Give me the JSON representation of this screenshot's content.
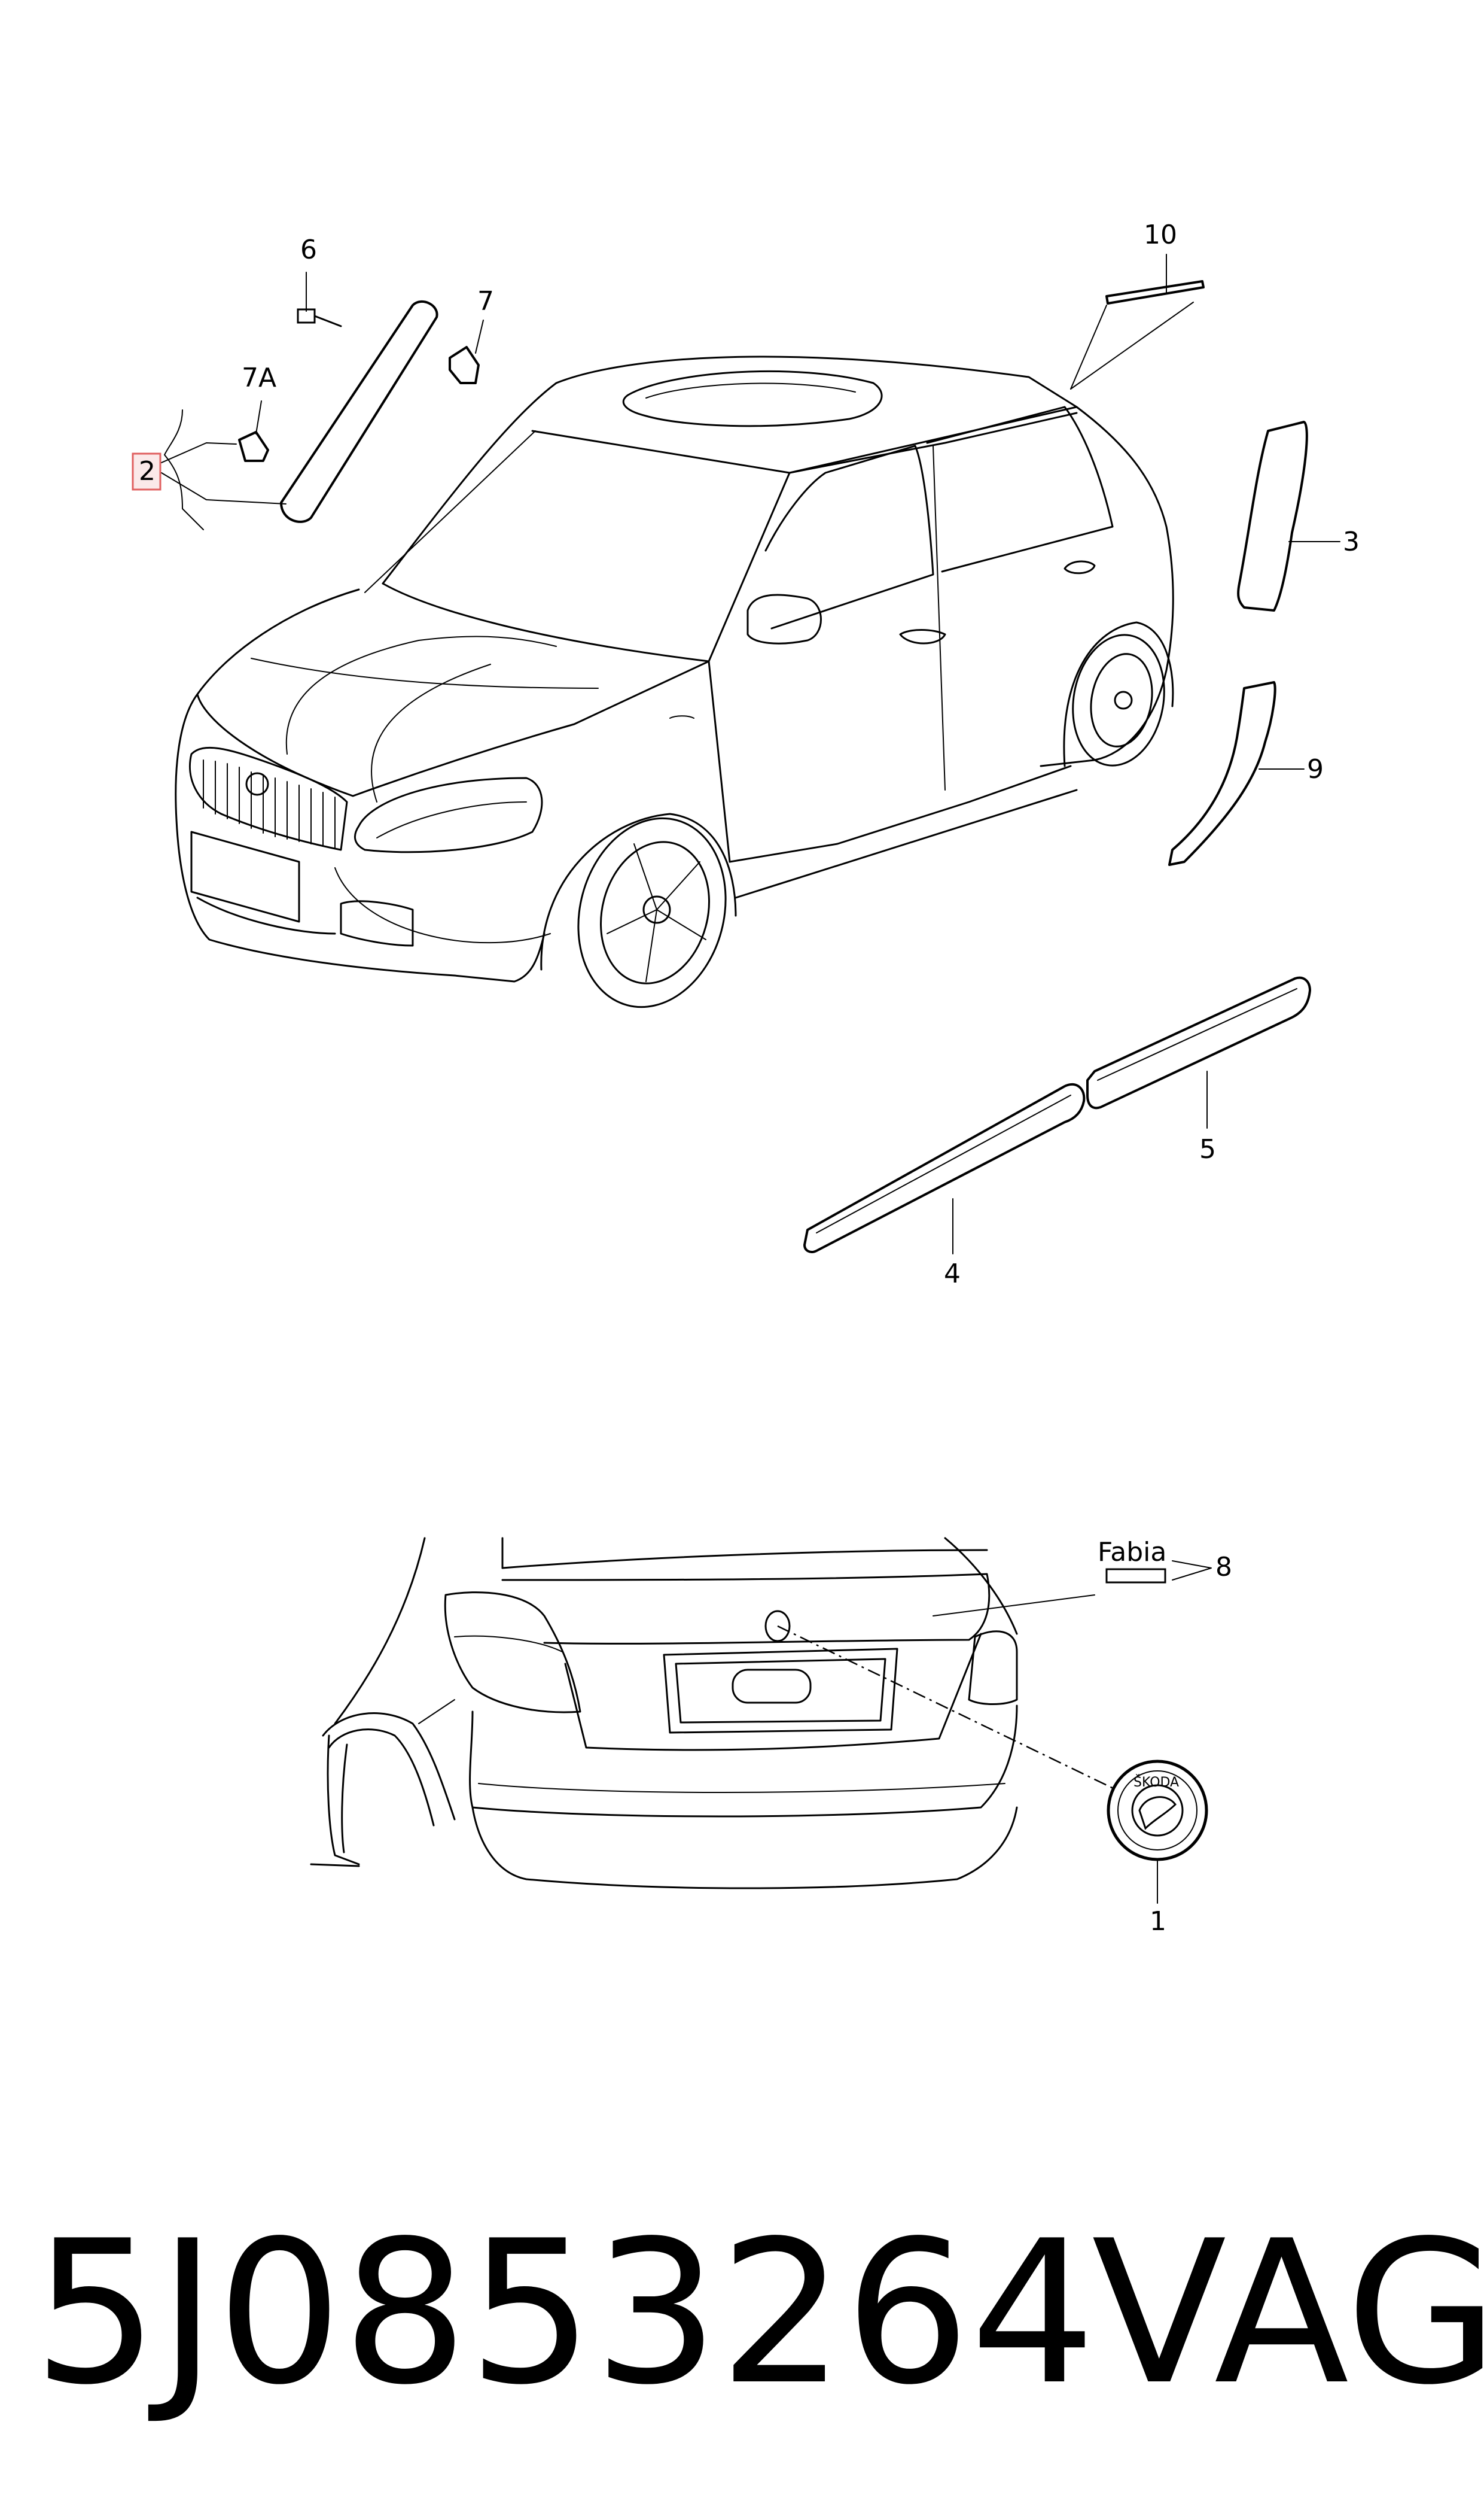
{
  "callouts": {
    "c1": "1",
    "c2": "2",
    "c3": "3",
    "c4": "4",
    "c5": "5",
    "c6": "6",
    "c7": "7",
    "c7a": "7A",
    "c8": "8",
    "c9": "9",
    "c10": "10"
  },
  "badge_text": "Fabia",
  "emblem_text": "ŠKODA",
  "part_number": "5J0853264",
  "brand": "VAG",
  "colors": {
    "highlight_box": "#e06060",
    "line": "#000000"
  }
}
